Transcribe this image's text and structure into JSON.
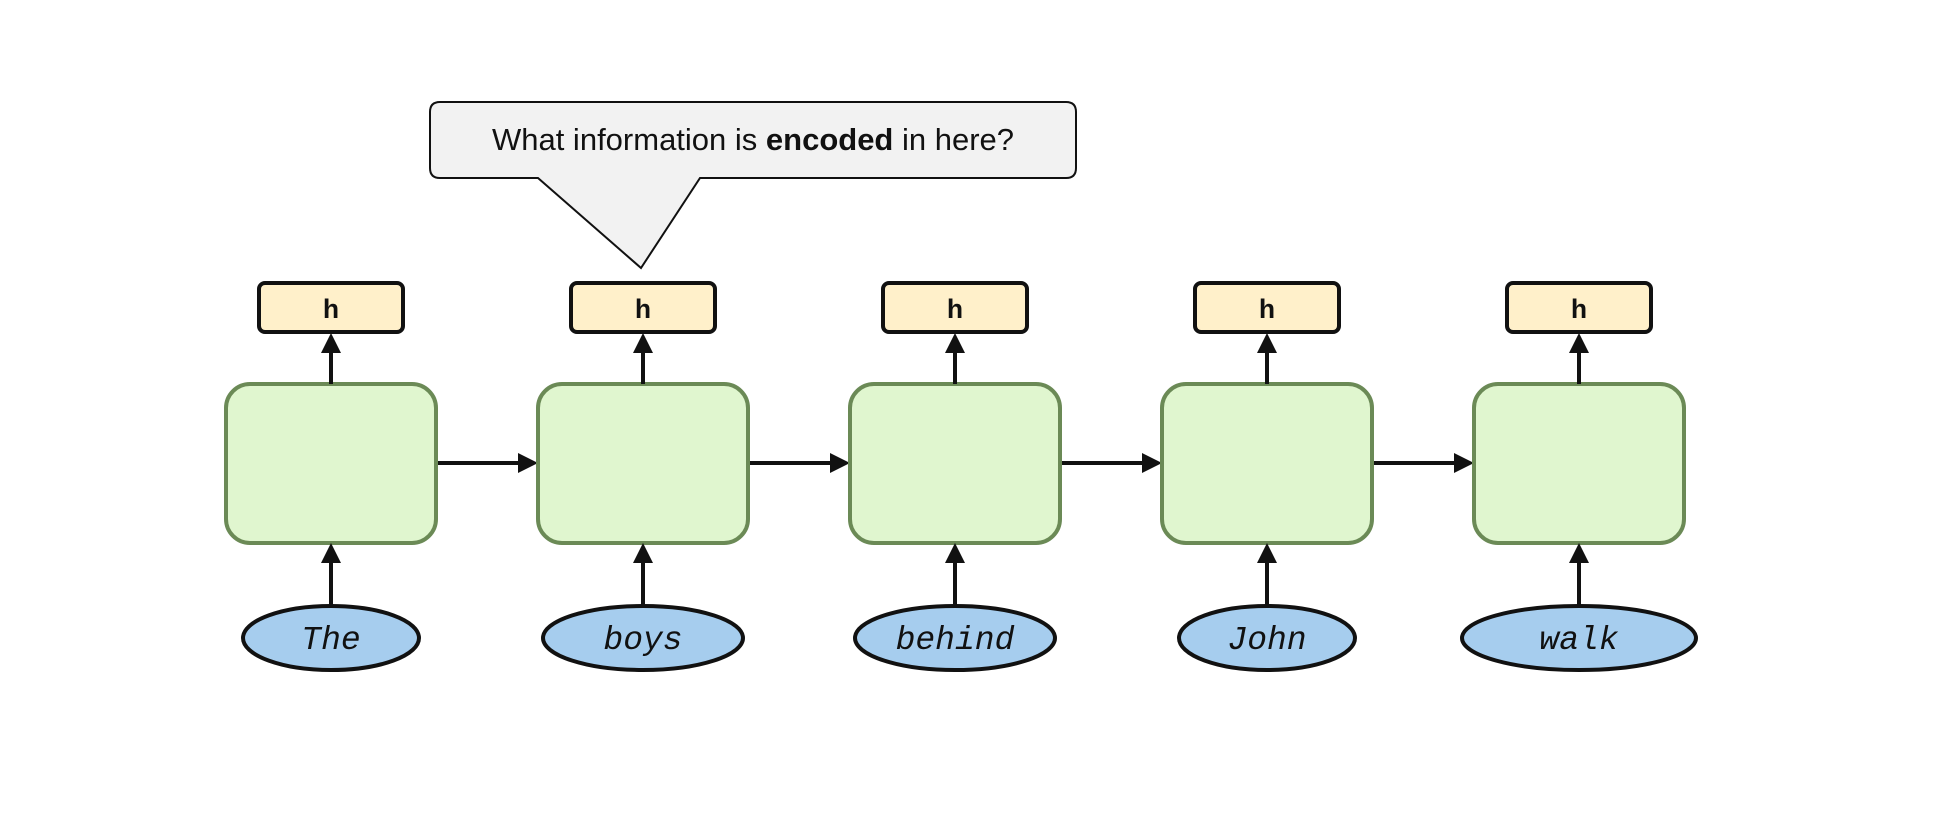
{
  "callout": {
    "before": "What information is ",
    "bold": "encoded",
    "after": " in here?"
  },
  "hidden_label": "h",
  "words": [
    "The",
    "boys",
    "behind",
    "John",
    "walk"
  ],
  "colors": {
    "cell_fill": "#e0f6cf",
    "cell_stroke": "#6b8a56",
    "hidden_fill": "#fff0ca",
    "word_fill": "#a6cdee",
    "callout_fill": "#f2f2f2",
    "stroke": "#111111"
  }
}
